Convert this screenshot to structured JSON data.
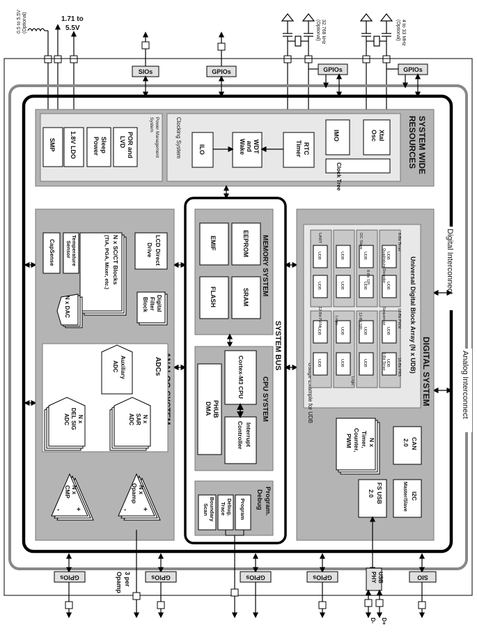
{
  "top_left": {
    "supply_range": "0.5 to 5.5V",
    "supply_range_note": "(Optional)",
    "vdd_range_line1": "1.71 to",
    "vdd_range_line2": "5.5V"
  },
  "top_right": {
    "rtc_crystal": "32.768 kHz",
    "rtc_crystal_note": "(Optional)",
    "xtal_freq": "4 to 33 MHz",
    "xtal_note": "(Optional)"
  },
  "top_ports": {
    "sios": "SIOs",
    "gpios_a": "GPIOs",
    "gpios_b": "GPIOs",
    "gpios_c": "GPIOs"
  },
  "bottom_ports": {
    "gpios_a": "GPIOs",
    "opamp_line1": "3 per",
    "opamp_line2": "Opamp",
    "gpios_b": "GPIOs",
    "gpios_c": "GPIOs",
    "gpios_d": "GPIOs",
    "usb_phy_line1": "USB",
    "usb_phy_line2": "PHY",
    "sio": "SIO",
    "d_minus": "D-",
    "d_plus": "D+"
  },
  "labels": {
    "digital_interconnect": "Digital Interconnect",
    "analog_interconnect": "Analog Interconnect"
  },
  "system_resources": {
    "title_line1": "SYSTEM WIDE",
    "title_line2": "RESOURCES",
    "power": {
      "title_line1": "Power Management",
      "title_line2": "System",
      "smp": "SMP",
      "ldo": "1.8V LDO",
      "sleep_line1": "Sleep",
      "sleep_line2": "Power",
      "por_line1": "POR and",
      "por_line2": "LVD"
    },
    "clocking": {
      "title": "Clocking System",
      "ilo": "ILO",
      "wdt_line1": "WDT",
      "wdt_line2": "and",
      "wdt_line3": "Wake",
      "rtc_line1": "RTC",
      "rtc_line2": "Timer",
      "imo": "IMO",
      "xtal_line1": "Xtal",
      "xtal_line2": "Osc",
      "clock_tree": "Clock Tree"
    }
  },
  "system_bus": "SYSTEM BUS",
  "memory": {
    "title": "MEMORY SYSTEM",
    "emif": "EMIF",
    "eeprom": "EEPROM",
    "flash": "FLASH",
    "sram": "SRAM"
  },
  "cpu": {
    "title": "CPU SYSTEM",
    "cortex": "Cortex-M3 CPU",
    "phub_line1": "PHUB",
    "phub_line2": "DMA",
    "interrupt_line1": "Interrupt",
    "interrupt_line2": "Controller"
  },
  "debug": {
    "title_line1": "Program.",
    "title_line2": "Debug",
    "program": "Program",
    "debug_line1": "Debug.",
    "debug_line2": "Trace",
    "boundary_line1": "Boundary",
    "boundary_line2": "Scan"
  },
  "analog": {
    "title": "ANALOG SYSTEM",
    "lcd_line1": "LCD Direct",
    "lcd_line2": "Drive",
    "scct_line1": "N x SC/CT Blocks",
    "scct_line2": "(TIA, PGA, Mixer, etc.)",
    "temp_line1": "Temperature",
    "temp_line2": "Sensor",
    "capsense": "CapSense",
    "dfb_line1": "Digital",
    "dfb_line2": "Filter",
    "dfb_line3": "Block",
    "dac": "N x DAC",
    "adcs": "ADCs",
    "aux_line1": "Auxiliary",
    "aux_line2": "ADC",
    "sar_line1": "N x",
    "sar_line2": "SAR",
    "sar_line3": "ADC",
    "delsig_line1": "N x",
    "delsig_line2": "DEL SIG",
    "delsig_line3": "ADC",
    "opamp_line1": "N x",
    "opamp_line2": "Opamp",
    "cmp_line1": "N x",
    "cmp_line2": "CMP",
    "plus": "+",
    "minus": "-"
  },
  "digital": {
    "title": "DIGITAL SYSTEM",
    "udb_array": "Universal Digital Block Array (N x UDB)",
    "usage": "Usage Example for UDB",
    "udb": "UDB",
    "uart": "UART",
    "i2c_slave": "I2C Slave",
    "quad": "Quadrature Decoder",
    "timer8": "8-Bit Timer",
    "spi8": "8-Bit SPI",
    "sequencer": "Sequencer",
    "pwm12": "12-Bit PWM",
    "pwm16": "16-Bit PWM",
    "spi12": "12-Bit SPI",
    "logic": "Logic",
    "logic2": "Logic",
    "timer8b": "8-Bit Timer",
    "prs16": "16-Bit PRS",
    "timer_line1": "N x",
    "timer_line2": "Timer,",
    "timer_line3": "Counter,",
    "timer_line4": "PWM",
    "can_line1": "CAN",
    "can_line2": "2.0",
    "i2c_line1": "I2C",
    "i2c_line2": "Master/Slave",
    "fsusb_line1": "FS USB",
    "fsusb_line2": "2.0"
  }
}
